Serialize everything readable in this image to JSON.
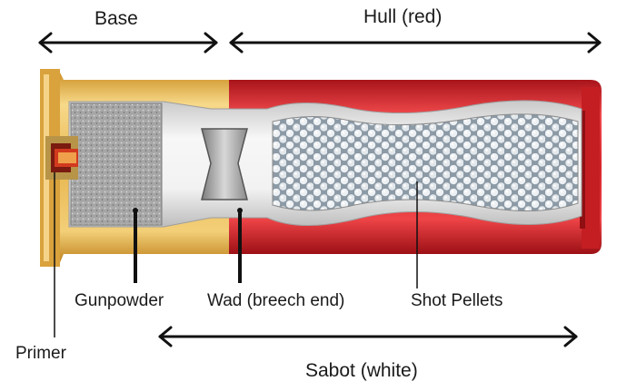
{
  "labels": {
    "base": "Base",
    "hull": "Hull (red)",
    "gunpowder": "Gunpowder",
    "wad": "Wad (breech end)",
    "shot": "Shot Pellets",
    "primer": "Primer",
    "sabot": "Sabot (white)"
  },
  "colors": {
    "hull_red": "#d7262b",
    "brass": "#e3b04b",
    "sabot_white": "#eeeeee",
    "powder_gray": "#a9a9a9",
    "arrow": "#111111"
  }
}
